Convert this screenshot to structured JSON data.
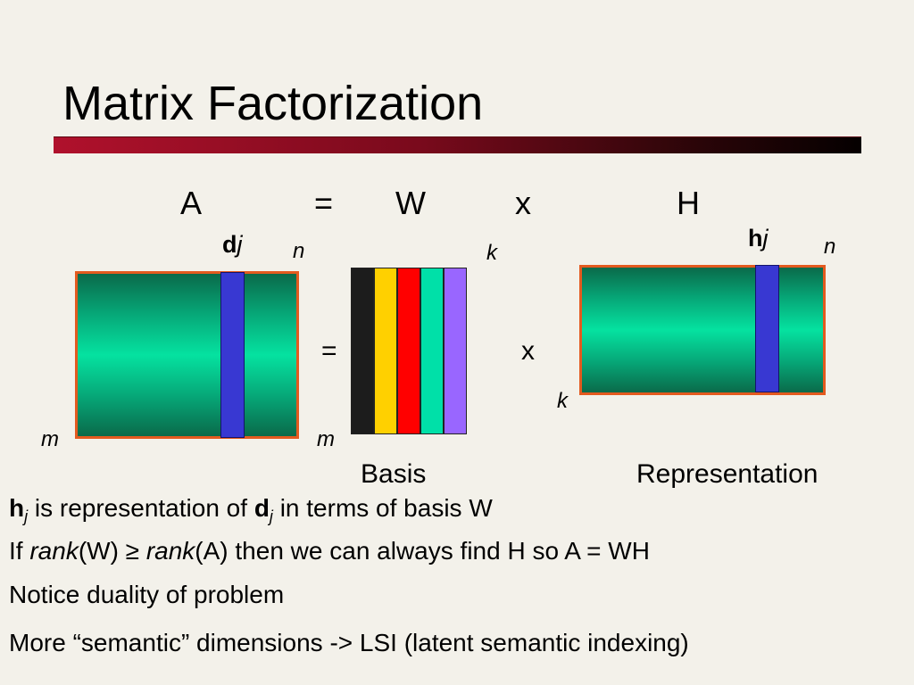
{
  "title": "Matrix Factorization",
  "equation": {
    "a": "A",
    "eq": "=",
    "w": "W",
    "x": "x",
    "h": "H"
  },
  "labels": {
    "d": "d",
    "j": "j",
    "h": "h",
    "n": "n",
    "m": "m",
    "k": "k",
    "equals": "=",
    "times": "x"
  },
  "basis_colors": [
    "#1c1c1c",
    "#ffd000",
    "#ff0000",
    "#00e0a8",
    "#9966ff"
  ],
  "captions": {
    "basis": "Basis",
    "representation": "Representation"
  },
  "bullets": {
    "b1_h": "h",
    "b1_sub1": "j",
    "b1_mid": " is representation of ",
    "b1_d": "d",
    "b1_sub2": "j",
    "b1_end": " in terms of basis W",
    "b2_if": "If ",
    "b2_rank1": "rank",
    "b2_mid1": "(W) ≥ ",
    "b2_rank2": "rank",
    "b2_end": "(A) then we can always find H so A = WH",
    "b3": "Notice duality of problem",
    "b4": "More “semantic” dimensions -> LSI (latent semantic indexing)"
  }
}
